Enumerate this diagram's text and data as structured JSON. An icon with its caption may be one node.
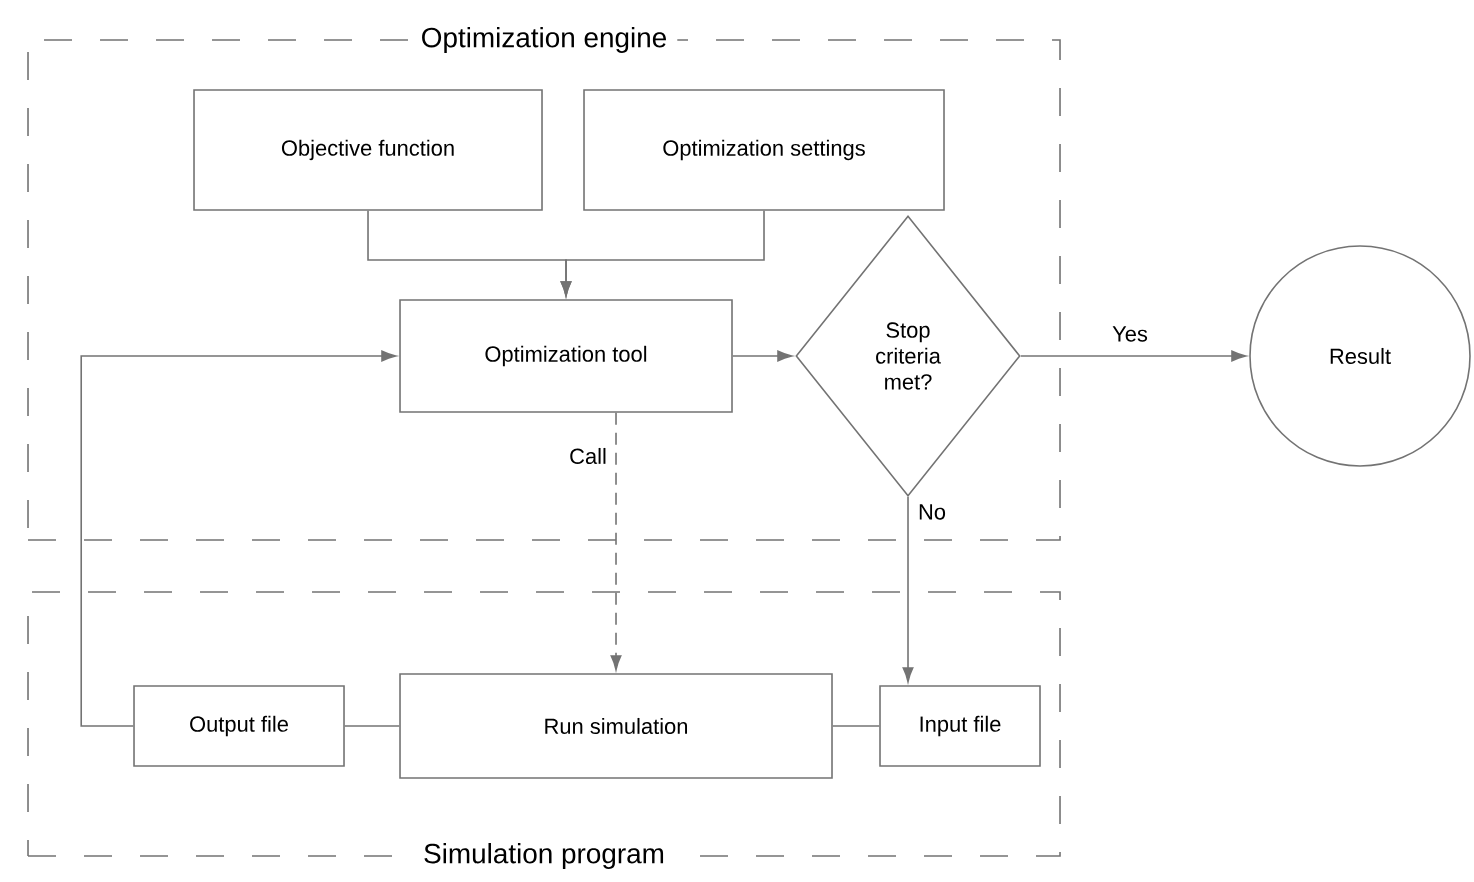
{
  "diagram": {
    "nodes": [
      {
        "text": [
          "Optimization engine"
        ]
      },
      {
        "text": [
          "Objective function"
        ],
        "in": 0
      },
      {
        "text": [
          "Optimization settings"
        ],
        "in": 0
      },
      {
        "text": [
          "Optimization tool"
        ],
        "in": 0
      },
      {
        "text": [
          "Stop criteria met?"
        ],
        "in": 0
      },
      {
        "text": [
          "Result"
        ]
      },
      {
        "text": [
          "Simulation program"
        ]
      },
      {
        "text": [
          "Output file"
        ],
        "in": 6
      },
      {
        "text": [
          "Run simulation"
        ],
        "in": 6
      },
      {
        "text": [
          "Input file"
        ],
        "in": 6
      }
    ],
    "edges": [
      {
        "from": 1,
        "to": 3,
        "arrow": "to"
      },
      {
        "from": 2,
        "to": 3,
        "arrow": "to"
      },
      {
        "from": 3,
        "to": 4,
        "arrow": "to"
      },
      {
        "from": 4,
        "to": 5,
        "arrow": "to",
        "label": "Yes"
      },
      {
        "from": 4,
        "to": 9,
        "arrow": "to",
        "label": "No"
      },
      {
        "from": 3,
        "to": 8,
        "arrow": "to",
        "label": "Call",
        "style": "dashed"
      },
      {
        "from": 7,
        "to": 3,
        "arrow": "to"
      },
      {
        "from": 7,
        "to": 8,
        "arrow": "none"
      },
      {
        "from": 8,
        "to": 9,
        "arrow": "none"
      }
    ]
  }
}
